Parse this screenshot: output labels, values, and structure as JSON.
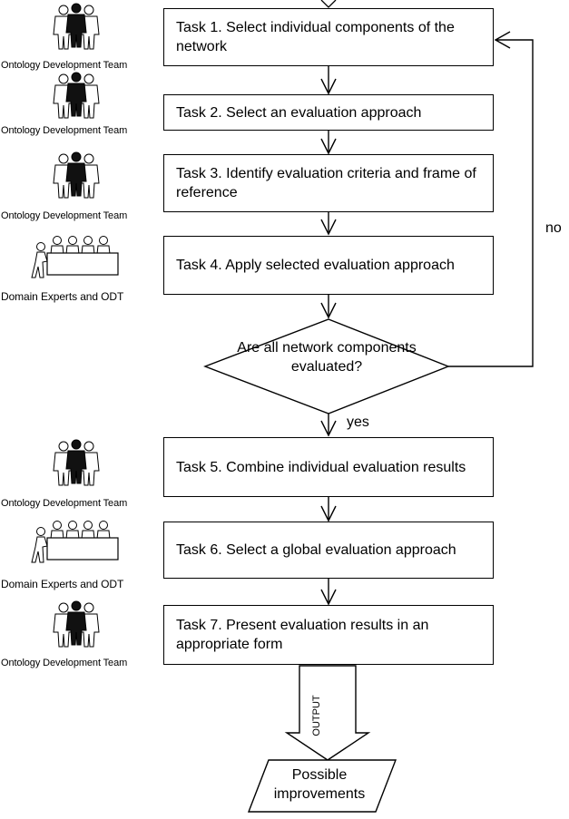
{
  "tasks": [
    "Task 1. Select individual components of the network",
    "Task 2. Select an evaluation approach",
    "Task 3. Identify evaluation criteria and frame of reference",
    "Task 4. Apply selected evaluation approach",
    "Task 5. Combine individual evaluation results",
    "Task 6. Select a global evaluation approach",
    "Task 7. Present evaluation results in an appropriate form"
  ],
  "roles": {
    "team": "Ontology Development Team",
    "experts": "Domain Experts and ODT"
  },
  "task_roles": [
    "team",
    "team",
    "team",
    "experts",
    "team",
    "experts",
    "team"
  ],
  "decision": "Are all network components evaluated?",
  "branch_yes": "yes",
  "branch_no": "no",
  "output_arrow_label": "OUTPUT",
  "output_result": "Possible improvements"
}
